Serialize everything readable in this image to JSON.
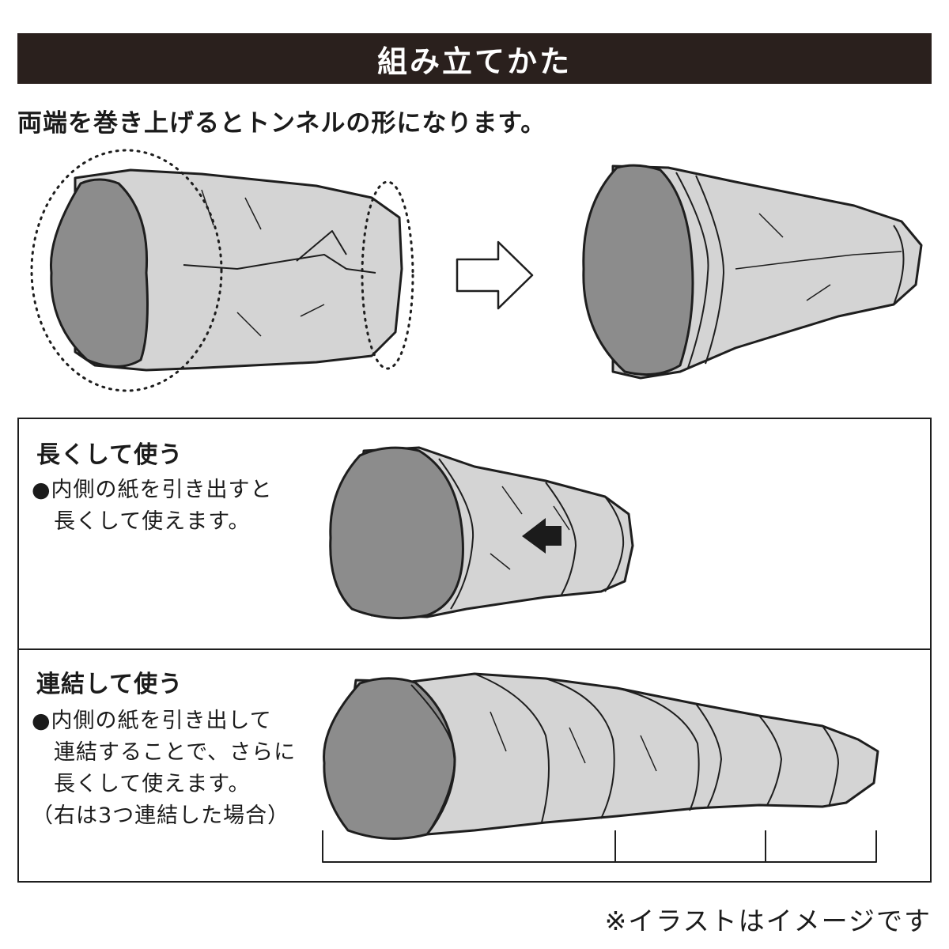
{
  "header": {
    "title": "組み立てかた"
  },
  "intro": {
    "text": "両端を巻き上げるとトンネルの形になります。"
  },
  "section_long": {
    "heading": "長くして使う",
    "lines": [
      "●内側の紙を引き出すと",
      "　長くして使えます。"
    ]
  },
  "section_connect": {
    "heading": "連結して使う",
    "lines": [
      "●内側の紙を引き出して",
      "　連結することで、さらに",
      "　長くして使えます。",
      "（右は3つ連結した場合）"
    ]
  },
  "footer": {
    "note": "※イラストはイメージです"
  },
  "colors": {
    "header_bg": "#2a201d",
    "tunnel_fill": "#d4d4d4",
    "tunnel_inner": "#8c8c8c",
    "outline": "#1e1e1e"
  }
}
